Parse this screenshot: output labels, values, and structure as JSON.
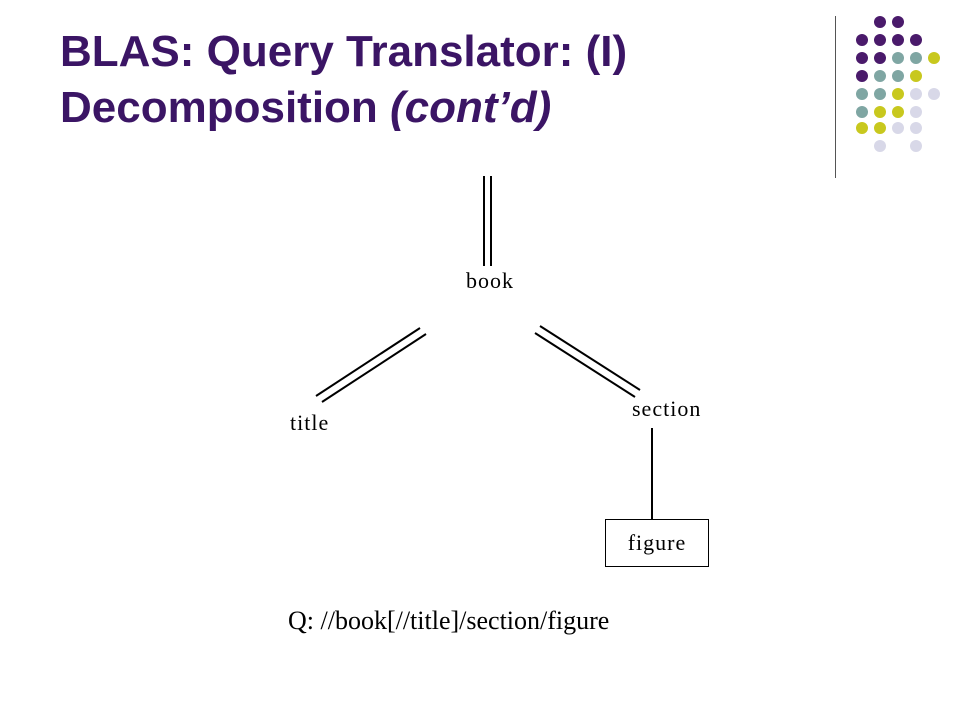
{
  "slide": {
    "title_main": "BLAS: Query Translator: (I) Decomposition ",
    "title_italic": "(cont’d)"
  },
  "decoration": {
    "colors": {
      "purple": "#4a1a6b",
      "teal": "#7fa6a3",
      "yellow": "#c8c81e",
      "lavender": "#d8d8e8"
    }
  },
  "diagram": {
    "nodes": {
      "book": "book",
      "title": "title",
      "section": "section",
      "figure": "figure"
    },
    "query": "Q: //book[//title]/section/figure"
  }
}
